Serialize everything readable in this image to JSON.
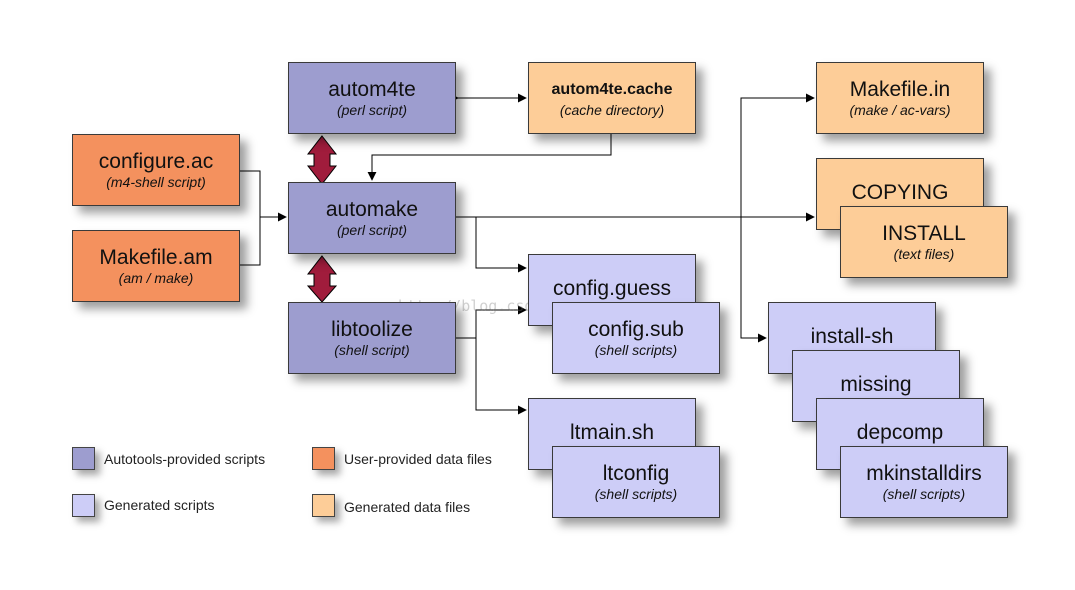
{
  "boxes": {
    "autom4te": {
      "title": "autom4te",
      "subtitle": "(perl script)"
    },
    "autom4te_cache": {
      "title": "autom4te.cache",
      "subtitle": "(cache directory)"
    },
    "makefile_in": {
      "title": "Makefile.in",
      "subtitle": "(make / ac-vars)"
    },
    "configure_ac": {
      "title": "configure.ac",
      "subtitle": "(m4-shell script)"
    },
    "makefile_am": {
      "title": "Makefile.am",
      "subtitle": "(am / make)"
    },
    "automake": {
      "title": "automake",
      "subtitle": "(perl script)"
    },
    "libtoolize": {
      "title": "libtoolize",
      "subtitle": "(shell script)"
    },
    "copying": {
      "title": "COPYING"
    },
    "install": {
      "title": "INSTALL",
      "subtitle": "(text files)"
    },
    "config_guess": {
      "title": "config.guess"
    },
    "config_sub": {
      "title": "config.sub",
      "subtitle": "(shell scripts)"
    },
    "ltmain": {
      "title": "ltmain.sh"
    },
    "ltconfig": {
      "title": "ltconfig",
      "subtitle": "(shell scripts)"
    },
    "install_sh": {
      "title": "install-sh"
    },
    "missing": {
      "title": "missing"
    },
    "depcomp": {
      "title": "depcomp"
    },
    "mkinstalldirs": {
      "title": "mkinstalldirs",
      "subtitle": "(shell scripts)"
    }
  },
  "legend": {
    "autotools": "Autotools-provided scripts",
    "user": "User-provided data files",
    "generated_scripts": "Generated scripts",
    "generated_data": "Generated data files"
  },
  "watermark": "http://blog.csdn.net/xudestar",
  "colors": {
    "autotools": "#9d9dcf",
    "user": "#f4915e",
    "generated_scripts": "#cdcdf7",
    "generated_data": "#fdcd98",
    "double_arrow": "#a01c3c"
  }
}
